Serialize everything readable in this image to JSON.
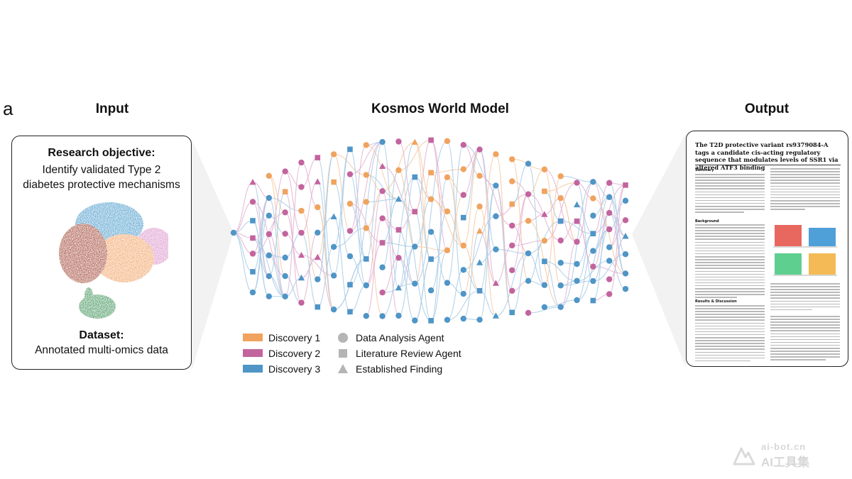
{
  "panel_letter": "a",
  "titles": {
    "input": "Input",
    "model": "Kosmos World Model",
    "output": "Output"
  },
  "input": {
    "objective_heading": "Research objective:",
    "objective_text": "Identify validated Type 2 diabetes protective mechanisms",
    "dataset_heading": "Dataset:",
    "dataset_text": "Annotated multi-omics data"
  },
  "output": {
    "paper_title": "The T2D protective variant rs9379084-A tags a candidate cis-acting regulatory sequence that modulates levels of SSR1 via altered ATF3 binding",
    "sections": [
      "Summary",
      "Background",
      "Results & Discussion"
    ]
  },
  "legend": {
    "discoveries": [
      {
        "label": "Discovery 1",
        "color": "#f0a35e"
      },
      {
        "label": "Discovery 2",
        "color": "#c2649e"
      },
      {
        "label": "Discovery 3",
        "color": "#4f95c6"
      }
    ],
    "agents": [
      {
        "label": "Data Analysis Agent",
        "shape": "circle-icon"
      },
      {
        "label": "Literature Review Agent",
        "shape": "square-icon"
      },
      {
        "label": "Established Finding",
        "shape": "triangle-icon"
      }
    ],
    "shape_color": "#b5b5b5"
  },
  "watermark": {
    "url": "ai-bot.cn",
    "name": "AI工具集"
  }
}
